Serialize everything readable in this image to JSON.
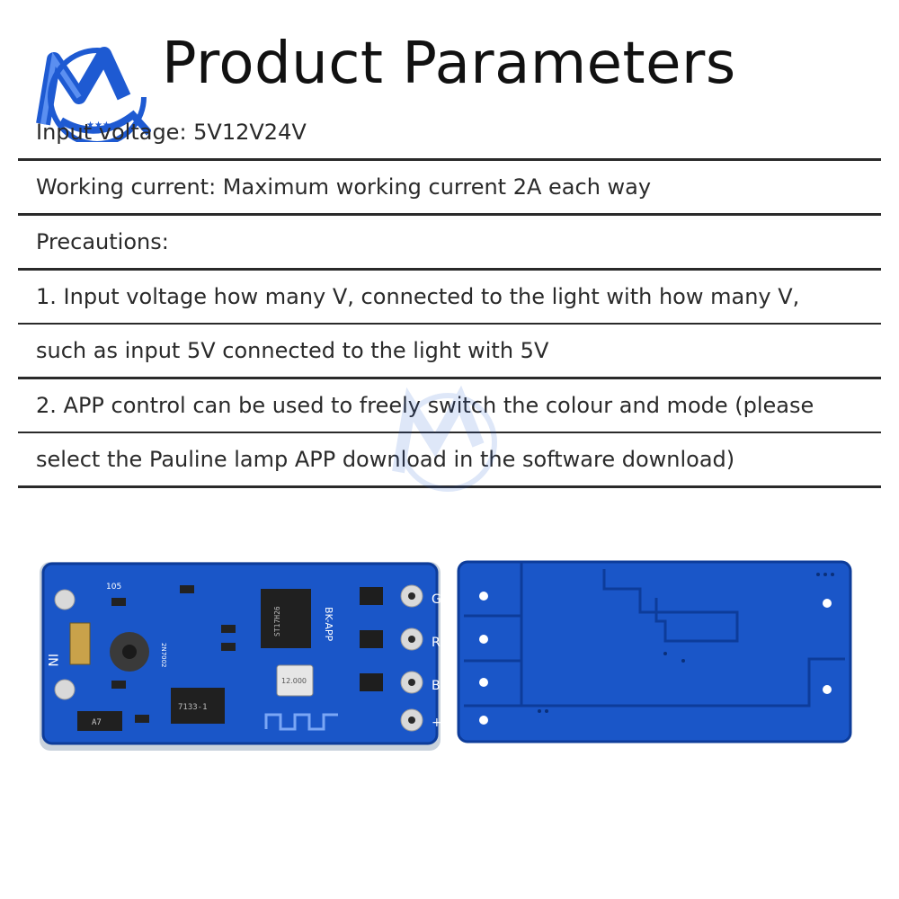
{
  "brand": {
    "logo_icon": "mq-logo-icon",
    "logo_text": "MQ"
  },
  "title": "Product Parameters",
  "parameters": [
    "Input voltage: 5V12V24V",
    "Working current: Maximum working current 2A each way",
    "Precautions:",
    "1. Input voltage how many V, connected to the light with how many V,",
    "such as input 5V connected to the light with 5V",
    "2. APP control can be used to freely switch the colour and mode (please",
    "select the Pauline lamp APP download in the software download)"
  ],
  "board_front": {
    "pin_labels": [
      "G",
      "R",
      "B",
      "+"
    ],
    "input_label": "IN",
    "module_label": "BK-APP",
    "crystal_label": "12.000",
    "chip_label": "ST17H26",
    "ldo_label": "7133-1",
    "mosfet_label": "2N7002",
    "resistor_label": "105",
    "diode_label": "A7"
  },
  "board_back": {
    "description_icon": "pcb-back-icon"
  },
  "colors": {
    "pcb": "#1a56c8",
    "pcb_dark": "#0d3c9a",
    "pad": "#c9c9c9",
    "rule": "#2a2a2a"
  }
}
